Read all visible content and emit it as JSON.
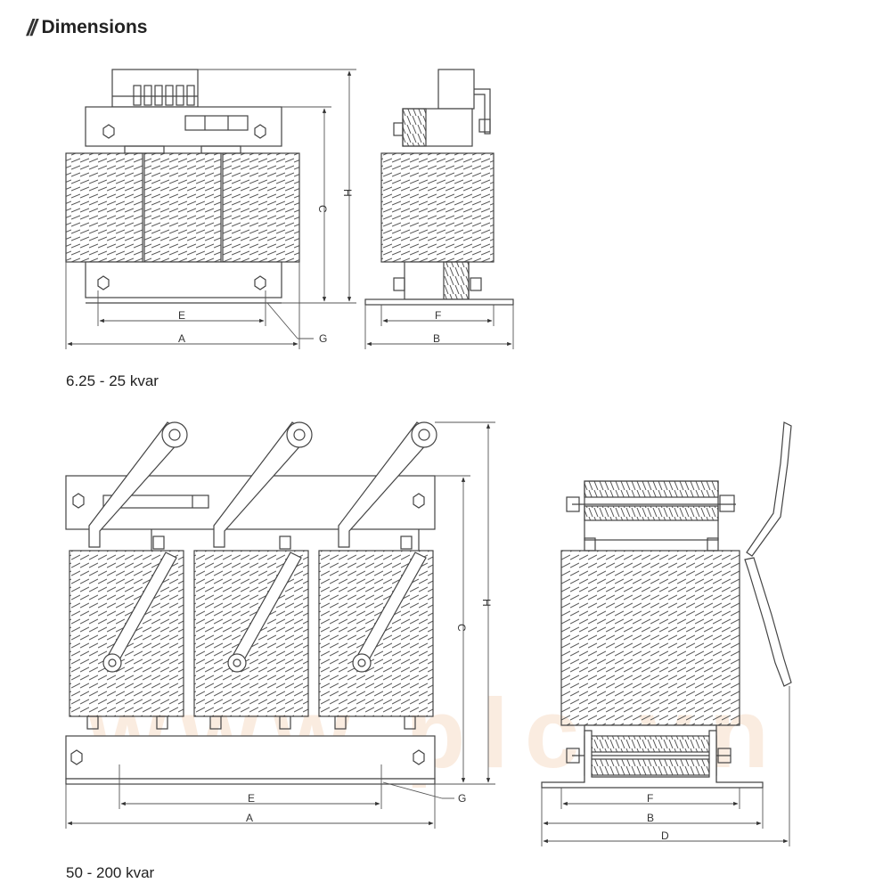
{
  "header": {
    "title": "Dimensions",
    "icon": "double-slash-icon"
  },
  "figures": [
    {
      "caption": "6.25 - 25 kvar",
      "labels": {
        "A": "A",
        "B": "B",
        "C": "C",
        "E": "E",
        "F": "F",
        "G": "G",
        "H": "H"
      }
    },
    {
      "caption": "50 - 200 kvar",
      "labels": {
        "A": "A",
        "B": "B",
        "C": "C",
        "D": "D",
        "E": "E",
        "F": "F",
        "G": "G",
        "H": "H"
      }
    }
  ],
  "watermark": "www.plc.vn",
  "colors": {
    "line": "#444444",
    "fill": "#ffffff",
    "watermark": "#f3c9a8"
  }
}
